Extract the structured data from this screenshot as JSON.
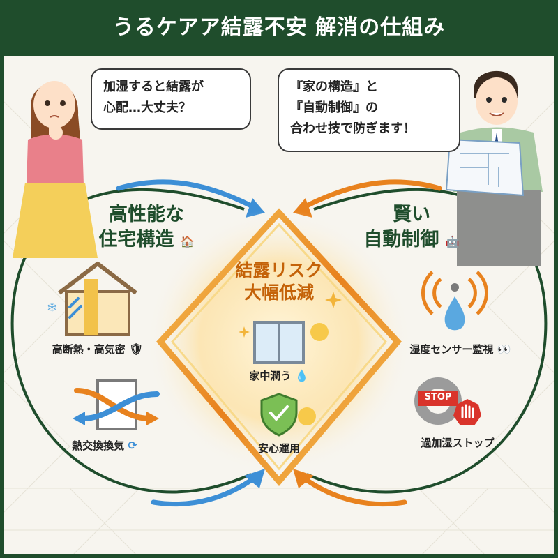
{
  "title": "うるケアア結露不安 解消の仕組み",
  "colors": {
    "header_green": "#1f4d2c",
    "accent_orange": "#e8821e",
    "accent_blue": "#3d8fd6",
    "gold": "#e7a73a"
  },
  "woman_bubble": {
    "line1": "加湿すると結露が",
    "line2": "心配…大丈夫？"
  },
  "man_bubble": {
    "line1": "『家の構造』と",
    "line2": "『自動制御』の",
    "line3": "合わせ技で防ぎます！"
  },
  "left": {
    "heading_line1": "高性能な",
    "heading_line2": "住宅構造",
    "heading_icon": "house-icon",
    "item1_label": "高断熱・高気密",
    "item1_icon": "shield-icon",
    "item2_label": "熱交換換気",
    "item2_icon": "refresh-icon"
  },
  "right": {
    "heading_line1": "賢い",
    "heading_line2": "自動制御",
    "heading_icon": "robot-icon",
    "item1_label": "湿度センサー監視",
    "item1_icon": "eyes-icon",
    "item2_label": "過加湿ストップ",
    "item2_icon": "stop-sign-icon",
    "stop_sign_text": "STOP"
  },
  "center": {
    "heading_line1": "結露リスク",
    "heading_line2": "大幅低減",
    "item1_label": "家中潤う",
    "item1_icon": "water-drop-icon",
    "item2_label": "安心運用",
    "item2_icon": "smile-icon"
  }
}
